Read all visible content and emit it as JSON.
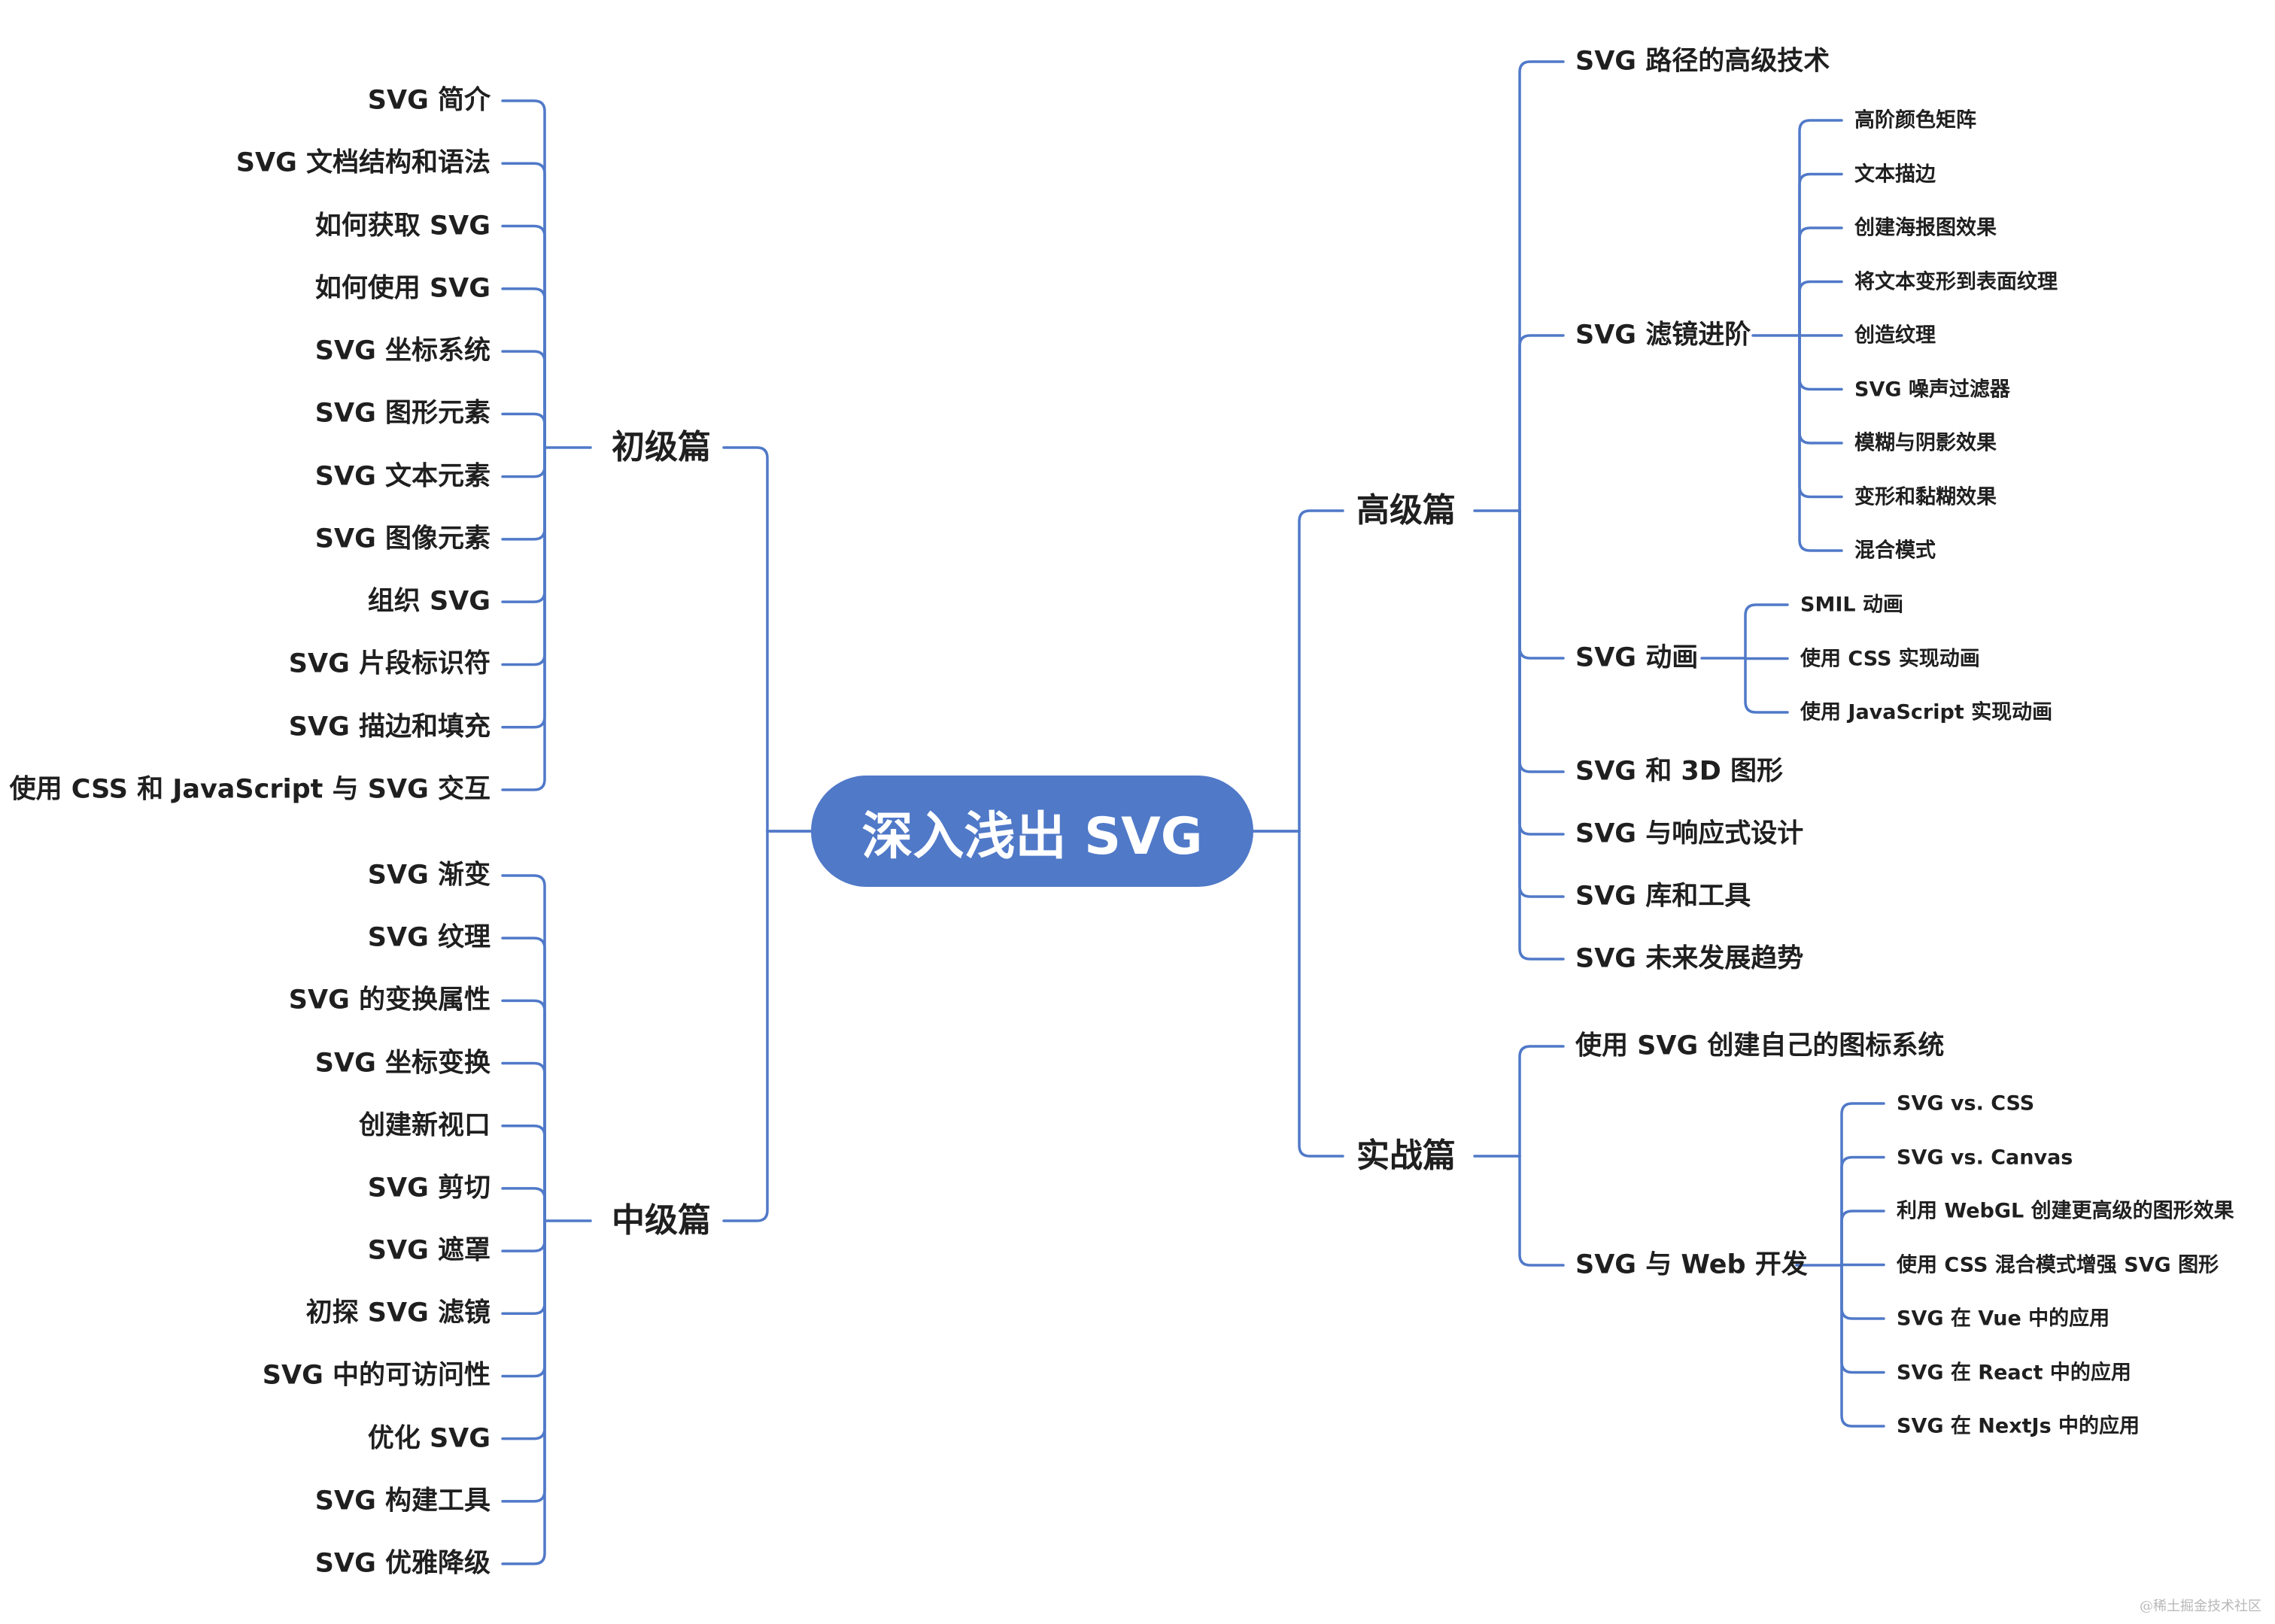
{
  "colors": {
    "line": "#5079c8",
    "root_bg": "#5079c8",
    "root_text": "#ffffff",
    "text": "#1f1f1f"
  },
  "root": "深入浅出 SVG",
  "branches": {
    "beginner": {
      "label": "初级篇",
      "items": [
        "SVG 简介",
        "SVG 文档结构和语法",
        "如何获取 SVG",
        "如何使用 SVG",
        "SVG 坐标系统",
        "SVG 图形元素",
        "SVG 文本元素",
        "SVG 图像元素",
        "组织 SVG",
        "SVG 片段标识符",
        "SVG 描边和填充",
        "使用 CSS 和 JavaScript 与 SVG 交互"
      ]
    },
    "intermediate": {
      "label": "中级篇",
      "items": [
        "SVG 渐变",
        "SVG 纹理",
        "SVG 的变换属性",
        "SVG 坐标变换",
        "创建新视口",
        "SVG 剪切",
        "SVG 遮罩",
        "初探 SVG 滤镜",
        "SVG 中的可访问性",
        "优化 SVG",
        "SVG 构建工具",
        "SVG 优雅降级"
      ]
    },
    "advanced": {
      "label": "高级篇",
      "items": [
        {
          "label": "SVG 路径的高级技术"
        },
        {
          "label": "SVG 滤镜进阶",
          "children": [
            "高阶颜色矩阵",
            "文本描边",
            "创建海报图效果",
            "将文本变形到表面纹理",
            "创造纹理",
            "SVG 噪声过滤器",
            "模糊与阴影效果",
            "变形和黏糊效果",
            "混合模式"
          ]
        },
        {
          "label": "SVG 动画",
          "children": [
            "SMIL 动画",
            "使用 CSS 实现动画",
            "使用 JavaScript 实现动画"
          ]
        },
        {
          "label": "SVG 和 3D 图形"
        },
        {
          "label": "SVG 与响应式设计"
        },
        {
          "label": "SVG 库和工具"
        },
        {
          "label": "SVG 未来发展趋势"
        }
      ]
    },
    "practice": {
      "label": "实战篇",
      "items": [
        {
          "label": "使用 SVG 创建自己的图标系统"
        },
        {
          "label": "SVG 与 Web 开发",
          "children": [
            "SVG vs. CSS",
            "SVG vs. Canvas",
            "利用 WebGL 创建更高级的图形效果",
            "使用 CSS 混合模式增强 SVG 图形",
            "SVG 在 Vue 中的应用",
            "SVG 在 React 中的应用",
            "SVG 在 NextJs 中的应用"
          ]
        }
      ]
    }
  },
  "watermark": "@稀土掘金技术社区"
}
